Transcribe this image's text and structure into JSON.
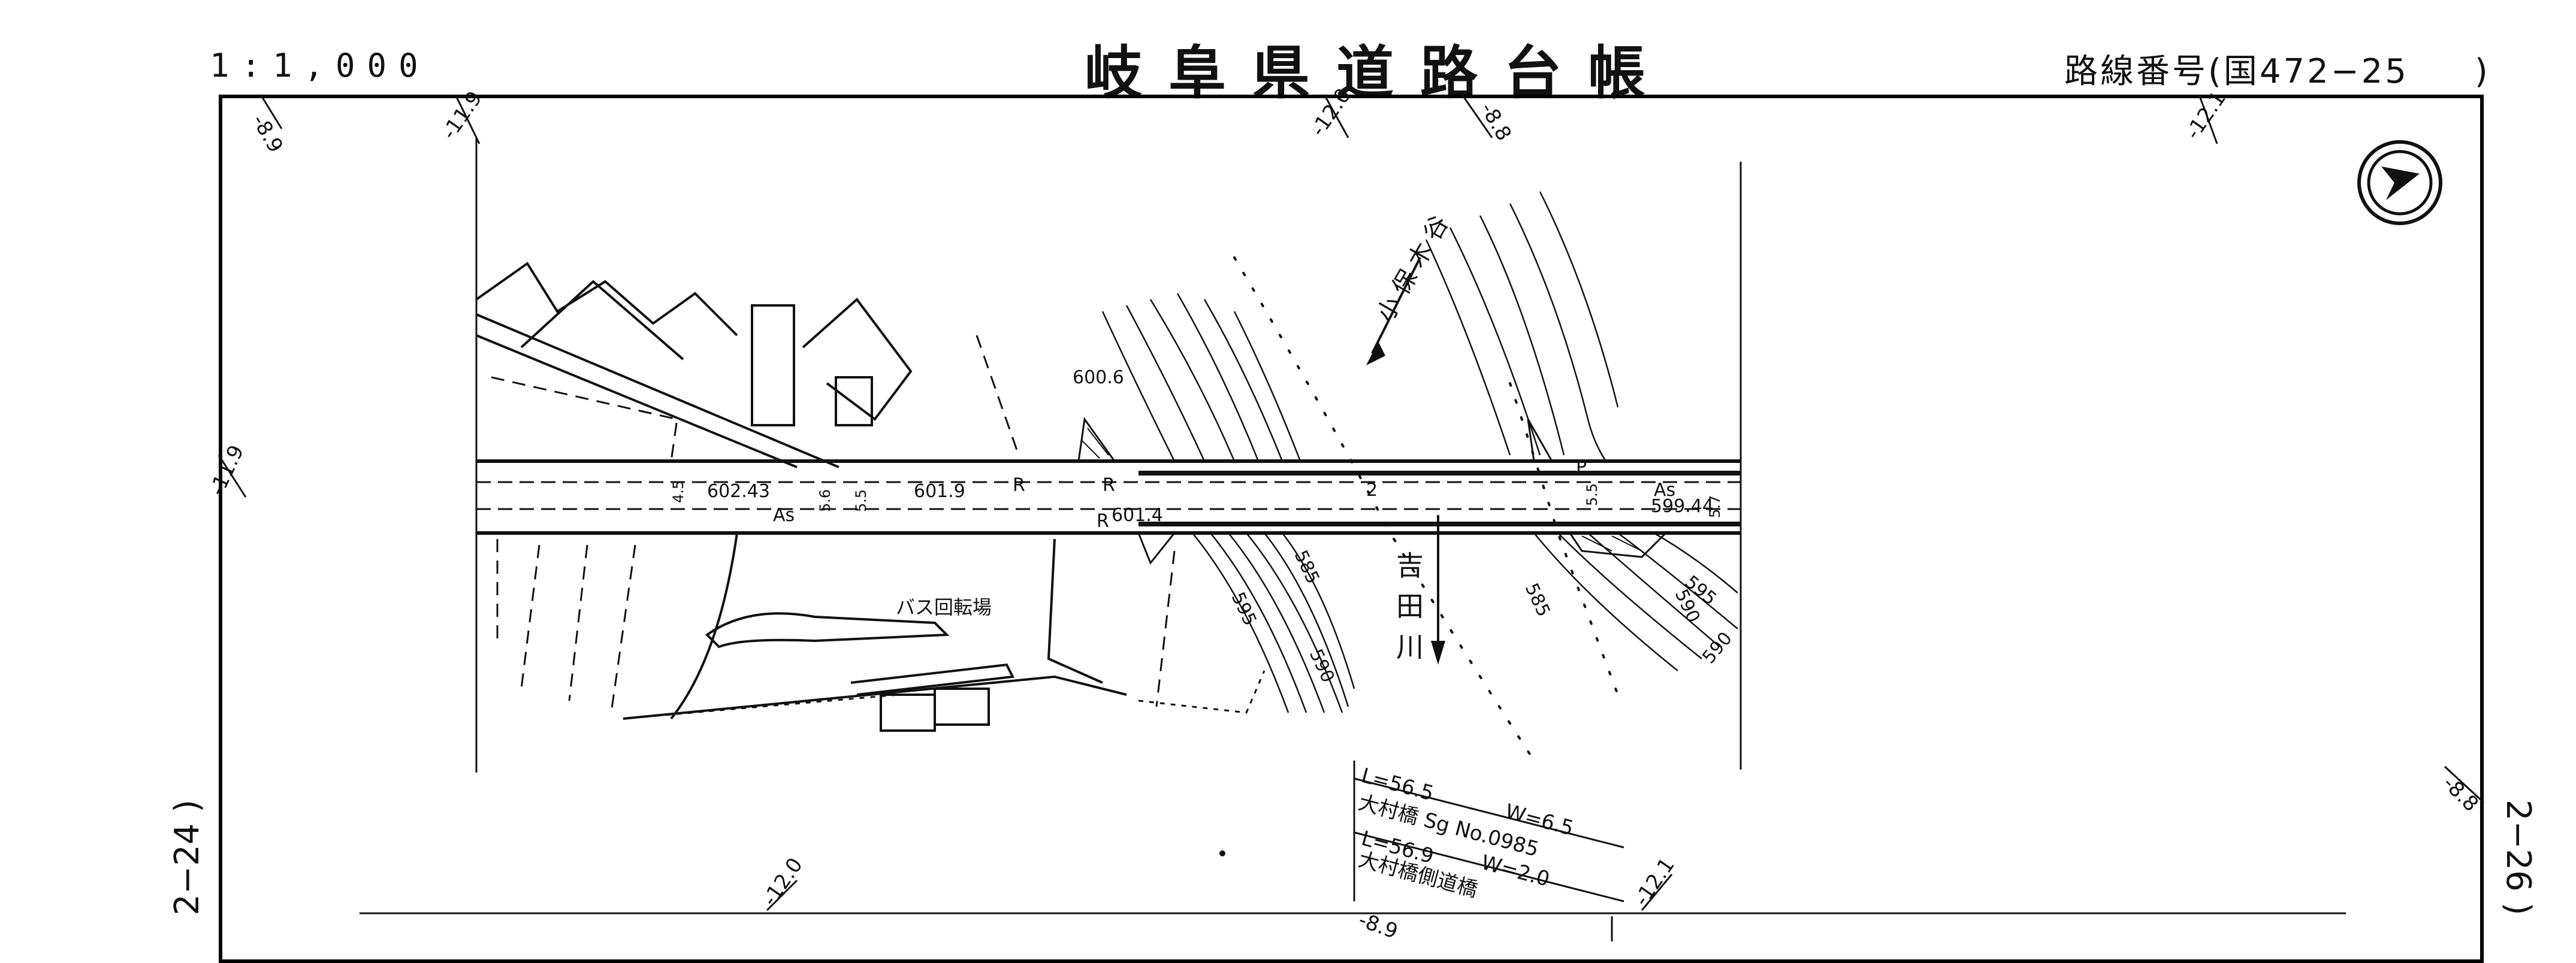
{
  "header": {
    "scale": "1:1,000",
    "title": "岐阜県道路台帳",
    "route_label": "路線番号(国472−25",
    "route_close": ")"
  },
  "edges": {
    "left_sheet": "2−24 )",
    "right_sheet": "2−26 )"
  },
  "grid_labels": [
    "-8.9",
    "-11.9",
    "-12.0",
    "-8.8",
    "-12.1",
    "-11.9",
    "-12.0",
    "-12.1",
    "-8.8",
    "-8.9"
  ],
  "elevations": [
    "602.43",
    "601.9",
    "601.4",
    "600.6",
    "599.44"
  ],
  "contours": [
    "585",
    "590",
    "595",
    "585",
    "590",
    "595",
    "590"
  ],
  "road_marks": [
    "As",
    "As",
    "R",
    "R",
    "R",
    "2",
    "P"
  ],
  "widths": [
    "4.5",
    "5.6",
    "5.5",
    "5.5",
    "5.7"
  ],
  "places": {
    "bus_turnaround": "バス回転場",
    "river": "吉田川",
    "stream": "小保木谷"
  },
  "bridge": {
    "l1": "L=56.5",
    "w1": "W=6.5",
    "name1": "大村橋 Sg No.0985",
    "l2": "L=56.9",
    "w2": "W=2.0",
    "name2": "大村橋側道橋"
  },
  "icons": {
    "north": "north-arrow-icon"
  }
}
